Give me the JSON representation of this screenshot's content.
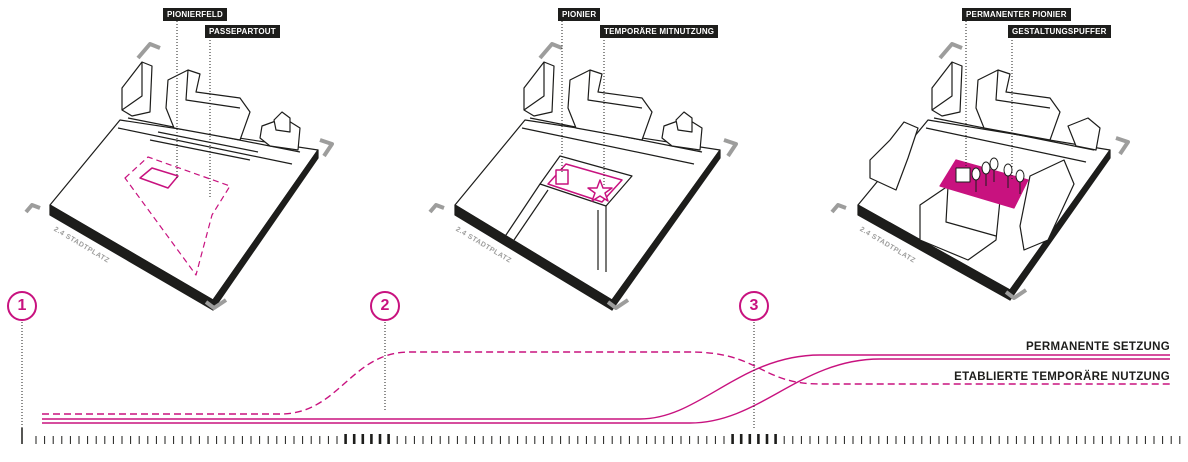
{
  "colors": {
    "accent": "#c8127f",
    "ink": "#1d1d1b",
    "grey": "#9d9d9c"
  },
  "panels": [
    {
      "labels": [
        "PIONIERFELD",
        "PASSEPARTOUT"
      ],
      "site": "2.4 STADTPLATZ"
    },
    {
      "labels": [
        "PIONIER",
        "TEMPORÄRE MITNUTZUNG"
      ],
      "site": "2.4 STADTPLATZ"
    },
    {
      "labels": [
        "PERMANENTER PIONIER",
        "GESTALTUNGSPUFFER"
      ],
      "site": "2.4 STADTPLATZ"
    }
  ],
  "timeline": {
    "steps": [
      "1",
      "2",
      "3"
    ],
    "legend": [
      "PERMANENTE SETZUNG",
      "ETABLIERTE TEMPORÄRE NUTZUNG"
    ]
  }
}
